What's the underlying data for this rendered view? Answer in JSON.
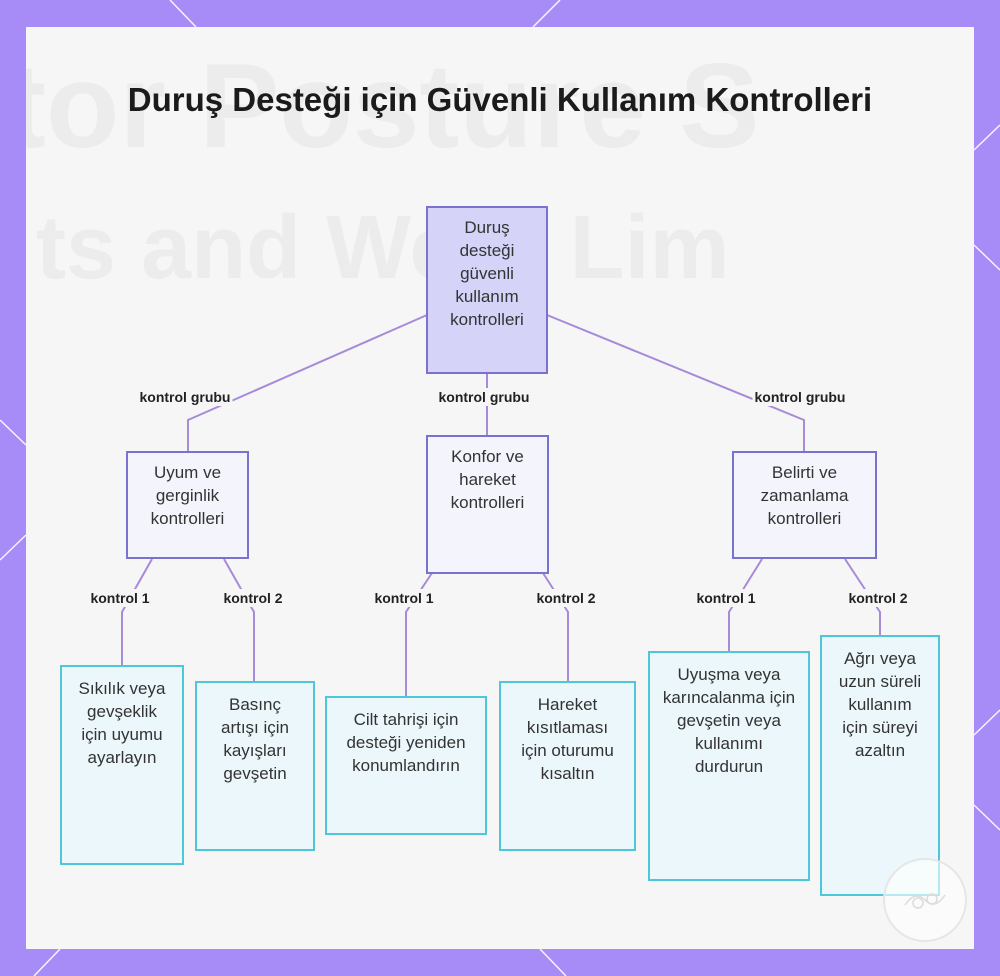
{
  "title": "Duruş Desteği için Güvenli Kullanım Kontrolleri",
  "root": "Duruş desteği güvenli kullanım kontrolleri",
  "groups": [
    {
      "label": "Uyum ve gerginlik kontrolleri",
      "edge": "kontrol grubu",
      "leaves": [
        {
          "edge": "kontrol 1",
          "label": "Sıkılık veya gevşeklik için uyumu ayarlayın"
        },
        {
          "edge": "kontrol 2",
          "label": "Basınç artışı için kayışları gevşetin"
        }
      ]
    },
    {
      "label": "Konfor ve hareket kontrolleri",
      "edge": "kontrol grubu",
      "leaves": [
        {
          "edge": "kontrol 1",
          "label": "Cilt tahrişi için desteği yeniden konumlandırın"
        },
        {
          "edge": "kontrol 2",
          "label": "Hareket kısıtlaması için oturumu kısaltın"
        }
      ]
    },
    {
      "label": "Belirti ve zamanlama kontrolleri",
      "edge": "kontrol grubu",
      "leaves": [
        {
          "edge": "kontrol 1",
          "label": "Uyuşma veya karıncalanma için gevşetin veya kullanımı durdurun"
        },
        {
          "edge": "kontrol 2",
          "label": "Ağrı veya uzun süreli kullanım için süreyi azaltın"
        }
      ]
    }
  ],
  "colors": {
    "frame": "#a78bf7",
    "root_fill": "#d5d3f8",
    "node_border": "#7a72cf",
    "leaf_border": "#4fc6d9",
    "edge": "#a78ad8"
  }
}
